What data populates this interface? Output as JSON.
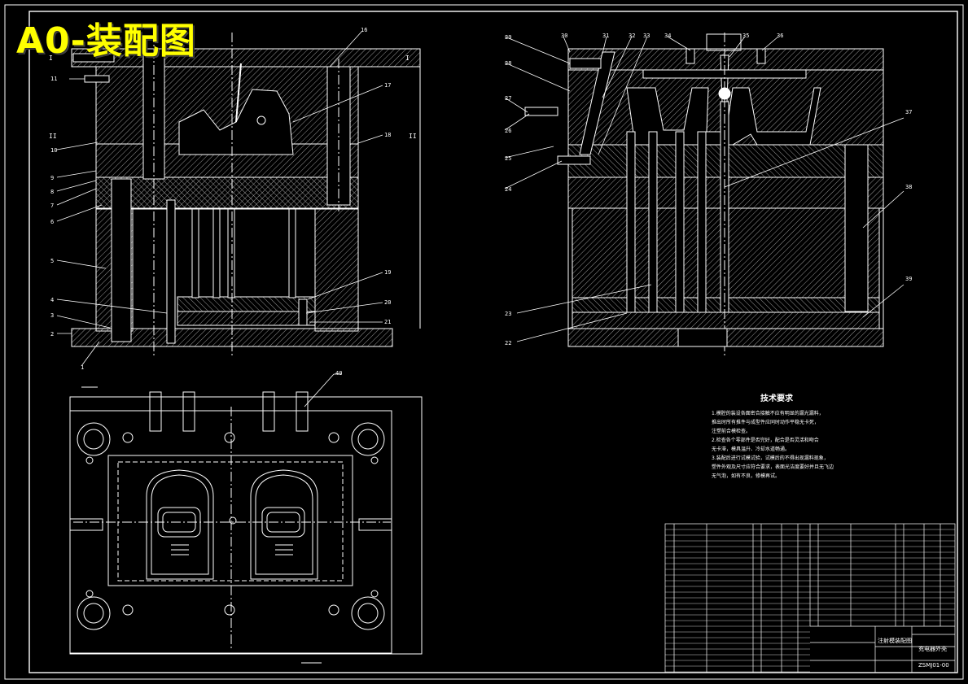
{
  "title": "A0-装配图",
  "section_markers": {
    "left_I_a": "I",
    "left_I_b": "I",
    "left_II": "II",
    "right_II": "II"
  },
  "balloons": [
    "1",
    "2",
    "3",
    "4",
    "5",
    "6",
    "7",
    "8",
    "9",
    "10",
    "11",
    "16",
    "17",
    "18",
    "19",
    "20",
    "21",
    "22",
    "23",
    "24",
    "25",
    "26",
    "27",
    "28",
    "29",
    "30",
    "31",
    "32",
    "33",
    "34",
    "35",
    "36",
    "37",
    "38",
    "39",
    "40"
  ],
  "tech_requirements": {
    "title": "技术要求",
    "lines": [
      "1.模腔的装设各面密合接触不应有明显的漏光漏料，",
      "推出时所有推件与成型件应同时动作平稳无卡死，",
      "注塑前合模检查。",
      "2.检查各个零部件是否完好，配合是否灵活和吻合",
      "无卡滞，模具温升、冷却水道畅通。",
      "3.装配后进行试模试验，试模后的不得出现漏料现象，",
      "塑件外观及尺寸应符合要求，表面光洁度要好并且无飞边",
      "无气泡，如有不良，修模再试。"
    ]
  },
  "title_block": {
    "drawing_name": "注射模装配图",
    "part_name": "充电器外壳",
    "drawing_number": "ZSMJ01-00"
  }
}
